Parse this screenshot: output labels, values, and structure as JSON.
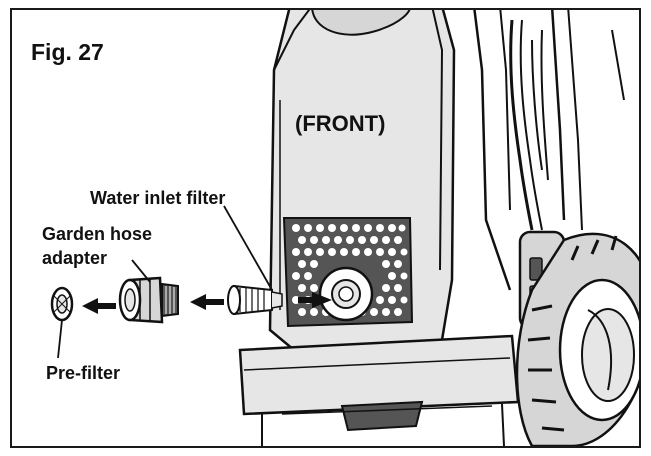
{
  "figure": {
    "number_label": "Fig. 27",
    "view_label": "(FRONT)"
  },
  "callouts": {
    "water_inlet_filter": "Water inlet filter",
    "garden_hose_line1": "Garden hose",
    "garden_hose_line2": "adapter",
    "pre_filter": "Pre-filter"
  },
  "colors": {
    "ink": "#111111",
    "frame": "#1a1a1a",
    "body_gray": "#cfcfcf",
    "light_gray": "#e6e6e6",
    "dark_gray": "#555555",
    "background": "#ffffff"
  },
  "icons": {
    "arrow": "arrow-left-icon"
  }
}
